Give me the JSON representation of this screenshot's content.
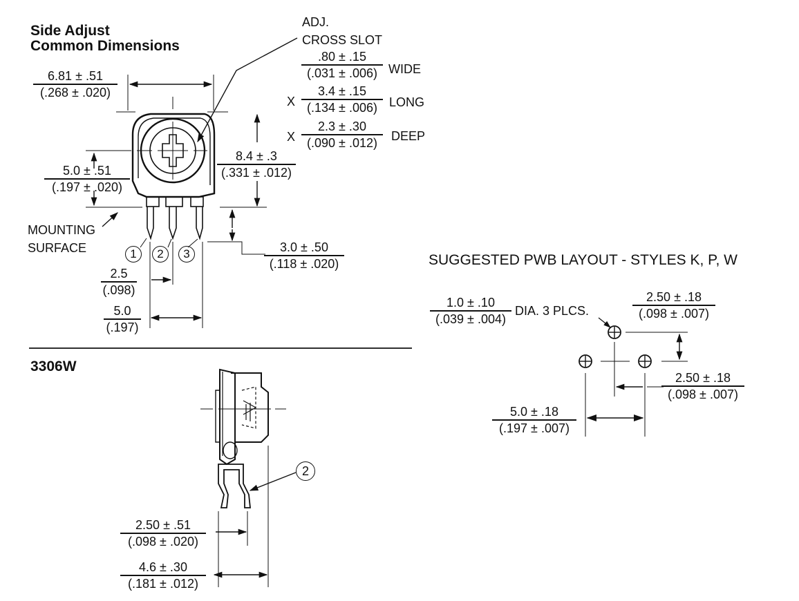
{
  "side_adjust": {
    "title_line1": "Side Adjust",
    "title_line2": "Common Dimensions",
    "adj_label_1": "ADJ.",
    "adj_label_2": "CROSS SLOT",
    "slot_wide": {
      "num": ".80 ± .15",
      "den": "(.031 ± .006)",
      "suffix": "WIDE"
    },
    "slot_long": {
      "prefix": "X",
      "num": "3.4 ± .15",
      "den": "(.134 ± .006)",
      "suffix": "LONG"
    },
    "slot_deep": {
      "prefix": "X",
      "num": "2.3 ± .30",
      "den": "(.090 ± .012)",
      "suffix": "DEEP"
    },
    "width_dim": {
      "num": "6.81 ± .51",
      "den": "(.268 ± .020)"
    },
    "center_dim": {
      "num": "5.0 ± .51",
      "den": "(.197 ± .020)"
    },
    "height_dim": {
      "num": "8.4 ± .3",
      "den": "(.331 ± .012)"
    },
    "pin_len_dim": {
      "num": "3.0 ± .50",
      "den": "(.118 ± .020)"
    },
    "pitch_dim": {
      "num": "2.5",
      "den": "(.098)"
    },
    "span_dim": {
      "num": "5.0",
      "den": "(.197)"
    },
    "mounting_1": "MOUNTING",
    "mounting_2": "SURFACE",
    "pins": [
      "1",
      "2",
      "3"
    ]
  },
  "w3306": {
    "title": "3306W",
    "pin_callout": "2",
    "offset_dim": {
      "num": "2.50 ± .51",
      "den": "(.098 ± .020)"
    },
    "depth_dim": {
      "num": "4.6 ± .30",
      "den": "(.181 ± .012)"
    }
  },
  "pwb": {
    "title": "SUGGESTED PWB LAYOUT - STYLES K, P, W",
    "hole_dim": {
      "num": "1.0 ± .10",
      "den": "(.039 ± .004)",
      "suffix": "DIA. 3 PLCS."
    },
    "vert_dim": {
      "num": "2.50 ± .18",
      "den": "(.098 ± .007)"
    },
    "horiz_dim": {
      "num": "2.50 ± .18",
      "den": "(.098 ± .007)"
    },
    "span_dim": {
      "num": "5.0 ± .18",
      "den": "(.197 ± .007)"
    }
  }
}
